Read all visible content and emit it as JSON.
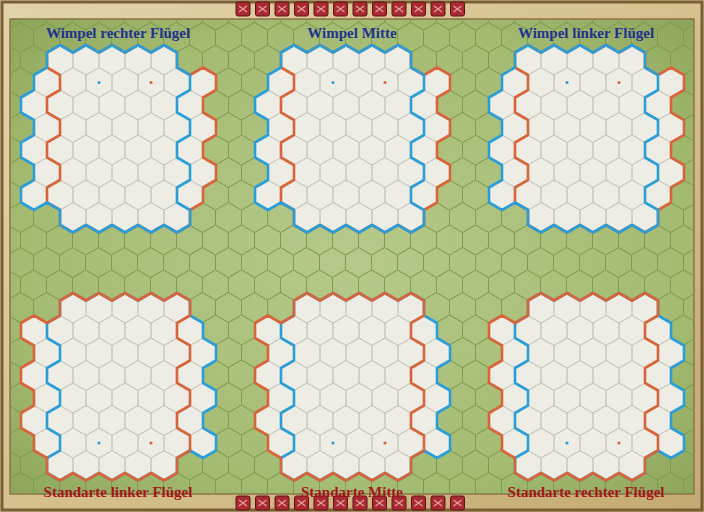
{
  "diagram": {
    "nodes": [
      {
        "text": [
          "Wimpel rechter Flügel"
        ]
      },
      {
        "text": [
          "Wimpel Mitte"
        ]
      },
      {
        "text": [
          "Wimpel linker Flügel"
        ]
      },
      {
        "text": [
          "Standarte linker Flügel"
        ]
      },
      {
        "text": [
          "Standarte Mitte"
        ]
      },
      {
        "text": [
          "Standarte rechter Flügel"
        ]
      }
    ]
  }
}
